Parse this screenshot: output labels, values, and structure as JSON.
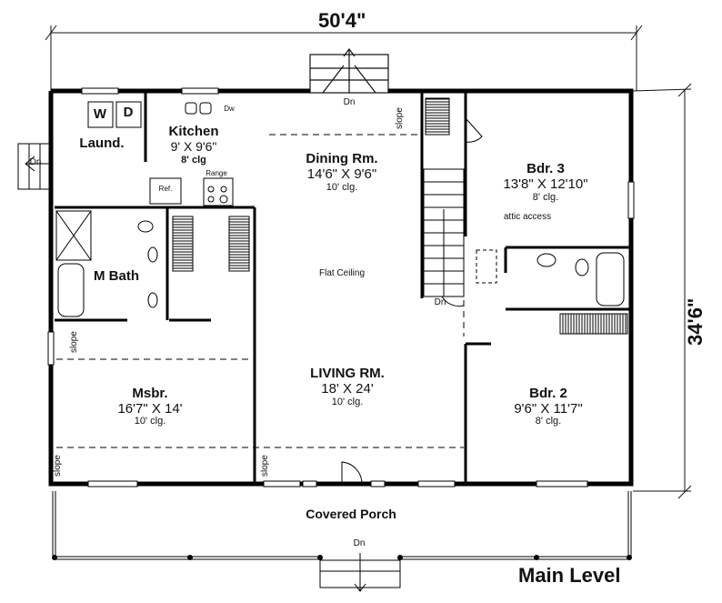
{
  "plan": {
    "title": "Main Level",
    "overall_width": "50'4\"",
    "overall_depth": "34'6\""
  },
  "rooms": {
    "laundry": {
      "name": "Laund.",
      "washer": "W",
      "dryer": "D"
    },
    "kitchen": {
      "name": "Kitchen",
      "size": "9' X 9'6\"",
      "ceiling": "8' clg",
      "dishwasher": "Dw",
      "refrigerator": "Ref.",
      "range": "Range"
    },
    "dining": {
      "name": "Dining Rm.",
      "size": "14'6\" X 9'6\"",
      "ceiling": "10' clg."
    },
    "bedroom3": {
      "name": "Bdr. 3",
      "size": "13'8\" X 12'10\"",
      "ceiling": "8' clg."
    },
    "master_bath": {
      "name": "M Bath"
    },
    "master_bedroom": {
      "name": "Msbr.",
      "size": "16'7\" X 14'",
      "ceiling": "10' clg."
    },
    "living": {
      "name": "LIVING RM.",
      "size": "18' X 24'",
      "ceiling": "10' clg."
    },
    "bedroom2": {
      "name": "Bdr. 2",
      "size": "9'6\" X 11'7\"",
      "ceiling": "8' clg."
    },
    "porch": {
      "name": "Covered Porch"
    }
  },
  "annotations": {
    "flat_ceiling": "Flat Ceiling",
    "attic_access": "attic access",
    "down": "Dn",
    "slope": "slope"
  }
}
